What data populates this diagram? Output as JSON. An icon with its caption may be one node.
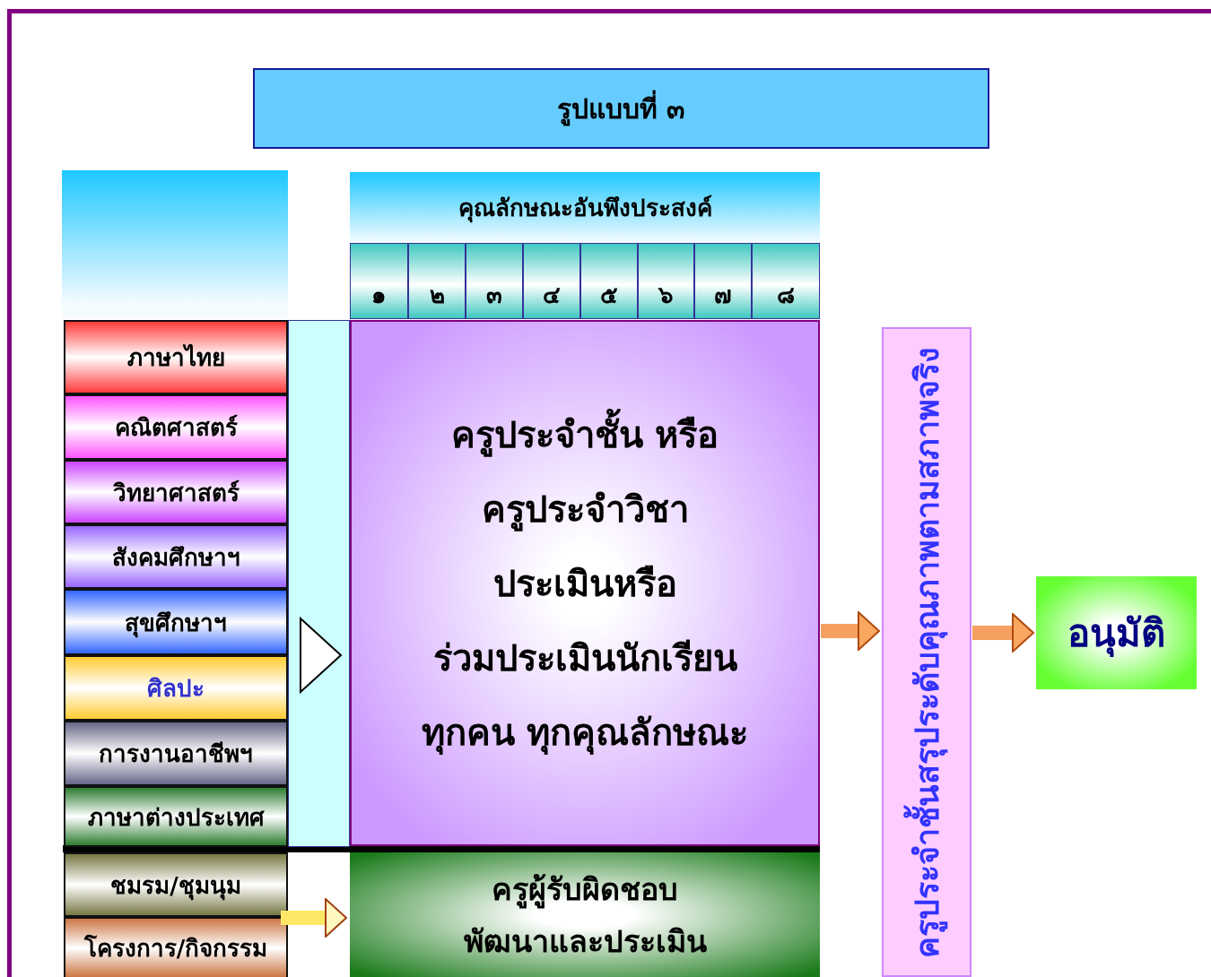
{
  "diagram": {
    "title": "รูปแบบที่ ๓",
    "nodes": [
      {
        "text": [
          "คุณลักษณะอันพึงประสงค์"
        ]
      },
      {
        "text": [
          "๑"
        ]
      },
      {
        "text": [
          "๒"
        ]
      },
      {
        "text": [
          "๓"
        ]
      },
      {
        "text": [
          "๔"
        ]
      },
      {
        "text": [
          "๕"
        ]
      },
      {
        "text": [
          "๖"
        ]
      },
      {
        "text": [
          "๗"
        ]
      },
      {
        "text": [
          "๘"
        ]
      },
      {
        "text": [
          "ภาษาไทย"
        ]
      },
      {
        "text": [
          "คณิตศาสตร์"
        ]
      },
      {
        "text": [
          "วิทยาศาสตร์"
        ]
      },
      {
        "text": [
          "สังคมศึกษาฯ"
        ]
      },
      {
        "text": [
          "สุขศึกษาฯ"
        ]
      },
      {
        "text": [
          "ศิลปะ"
        ]
      },
      {
        "text": [
          "การงานอาชีพฯ"
        ]
      },
      {
        "text": [
          "ภาษาต่างประเทศ"
        ]
      },
      {
        "text": [],
        "shape": "bar"
      },
      {
        "text": [
          "ครูประจำชั้น หรือ ครูประจำวิชา ประเมินหรือ ร่วมประเมินนักเรียน ทุกคน ทุกคุณลักษณะ"
        ]
      },
      {
        "text": [
          "ชมรม/ชุมนุม"
        ]
      },
      {
        "text": [
          "โครงการ/กิจกรรม"
        ]
      },
      {
        "text": [
          "ครูผู้รับผิดชอบ พัฒนาและประเมิน"
        ]
      },
      {
        "text": [
          "ครูประจำชั้นสรุประดับคุณภาพตามสภาพจริง"
        ]
      },
      {
        "text": [
          "อนุมัติ"
        ]
      }
    ],
    "edges": [
      {
        "from": 18,
        "to": 22,
        "arrow": "to"
      },
      {
        "from": 22,
        "to": 23,
        "arrow": "to"
      },
      {
        "from": 19,
        "to": 21,
        "arrow": "to"
      },
      {
        "from": 20,
        "to": 21,
        "arrow": "to"
      }
    ]
  }
}
